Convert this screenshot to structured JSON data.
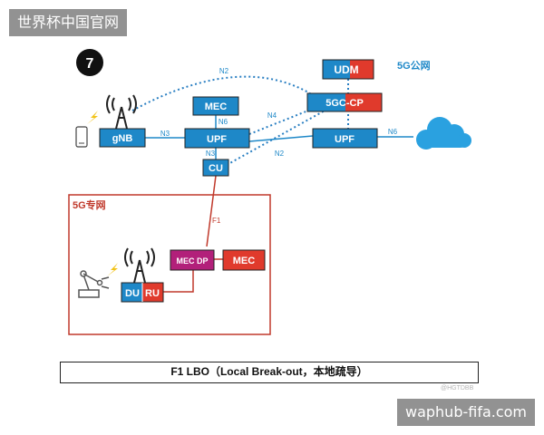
{
  "step_number": "7",
  "nodes": {
    "udm": "UDM",
    "cp": "5GC-CP",
    "mec_top": "MEC",
    "gnb": "gNB",
    "upf_left": "UPF",
    "upf_right": "UPF",
    "cu": "CU",
    "mec_dp": "MEC DP",
    "mec_private": "MEC",
    "du": "DU",
    "ru": "RU"
  },
  "labels": {
    "public_network": "5G公网",
    "private_network": "5G专网",
    "n2_top": "N2",
    "n2_lower": "N2",
    "n3_gnb": "N3",
    "n3_cu": "N3",
    "n4": "N4",
    "n6_mec": "N6",
    "n6_cloud": "N6",
    "f1": "F1"
  },
  "caption": "F1 LBO（Local Break-out，本地疏导）",
  "watermarks": {
    "top_left": "世界杯中国官网",
    "bottom_right": "waphub-fifa.com",
    "faint_credit": "@HGTDBB"
  },
  "colors": {
    "node_blue": "#1e88c8",
    "node_red": "#e03a2c",
    "node_magenta": "#b2207a",
    "private_border": "#c0392b",
    "dotted_blue": "#2a7fc2"
  }
}
